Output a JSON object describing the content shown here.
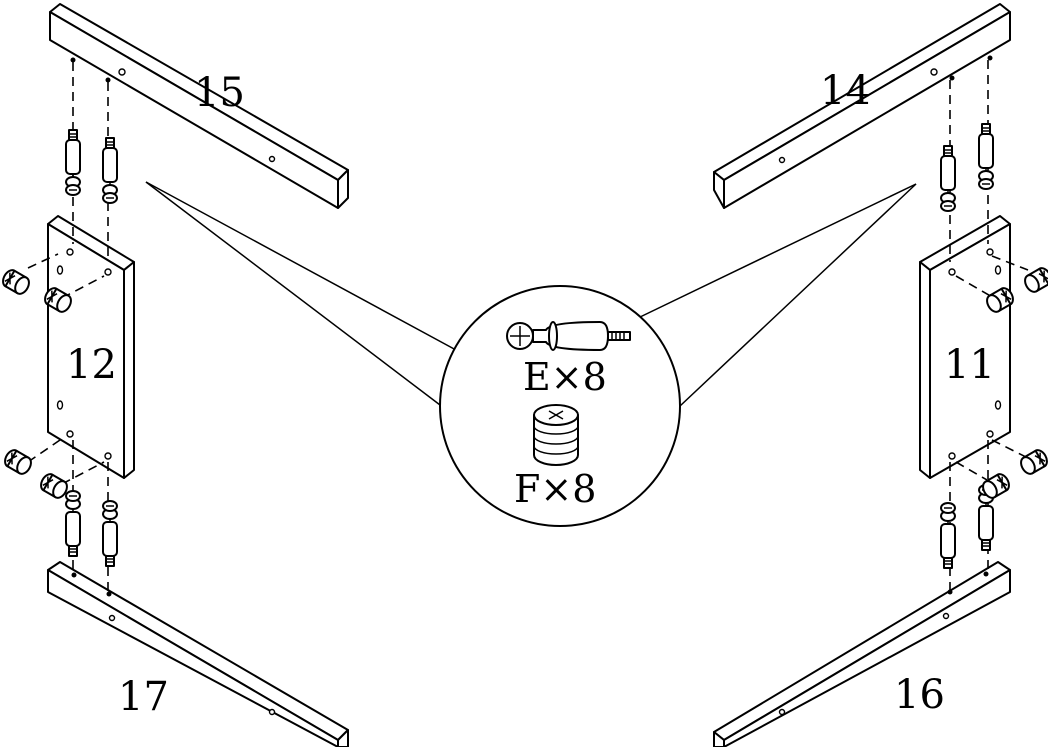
{
  "parts": {
    "p11": "11",
    "p12": "12",
    "p14": "14",
    "p15": "15",
    "p16": "16",
    "p17": "17"
  },
  "hardware": {
    "e": "E×8",
    "f": "F×8"
  },
  "icons": {
    "bolt": "cam-bolt-icon",
    "cam": "cam-lock-icon",
    "pin": "connector-bolt-icon"
  },
  "colors": {
    "line": "#000000",
    "background": "#ffffff"
  }
}
